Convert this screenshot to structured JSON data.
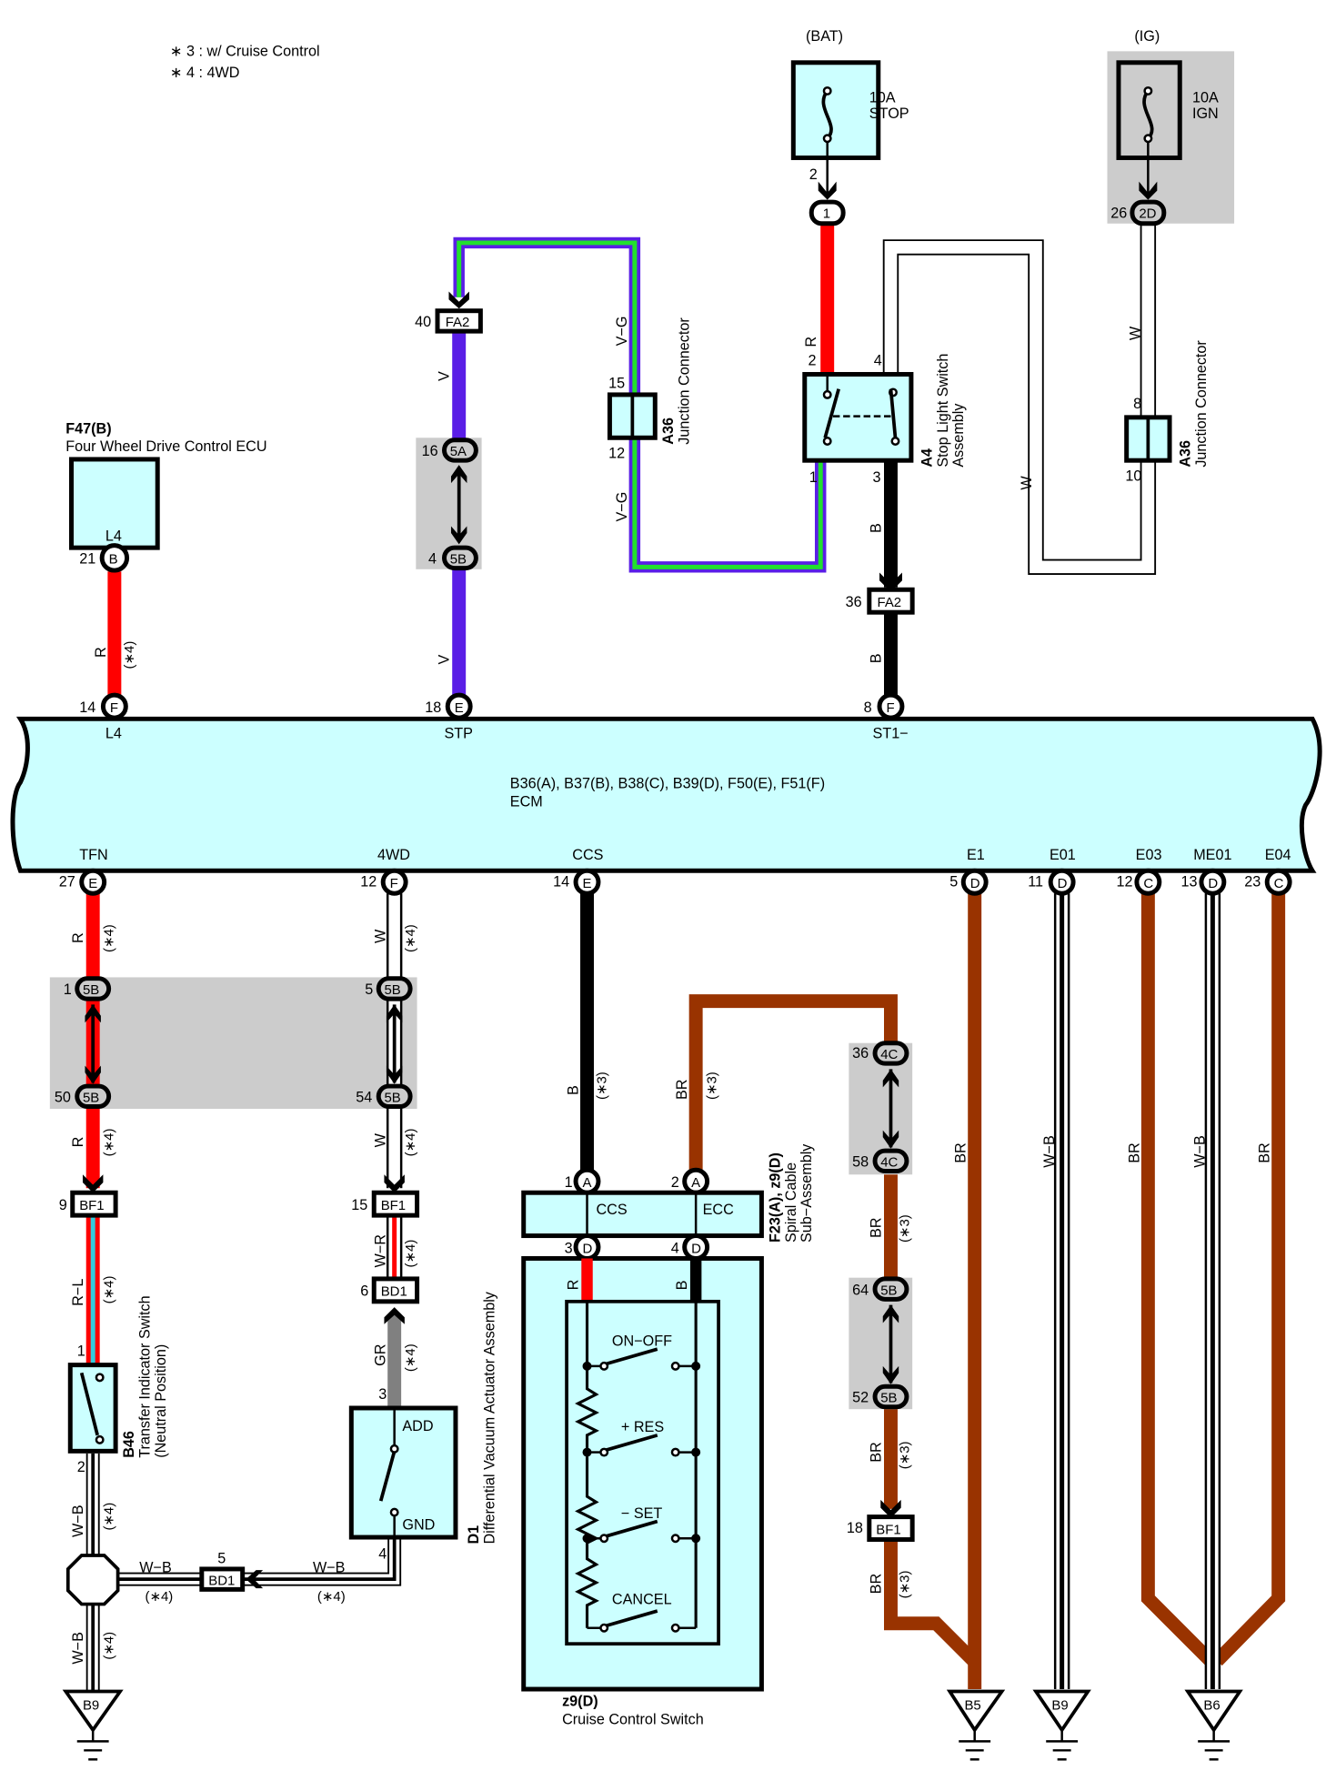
{
  "notes": [
    {
      "key": "∗ 3",
      "text": "∗ 3 : w/ Cruise Control"
    },
    {
      "key": "∗ 4",
      "text": "∗ 4 : 4WD"
    }
  ],
  "colors": {
    "component_fill": "#ccffff",
    "shade": "#cccccc",
    "R": "#ff0000",
    "V": "#5a1ee6",
    "G": "#22e02e",
    "B": "#000000",
    "W": "#ffffff",
    "BR": "#993300",
    "GR": "#808080",
    "L": "#33ccdd"
  },
  "fuses": {
    "bat": {
      "source": "(BAT)",
      "rating": "10A",
      "name": "STOP",
      "pin": "2",
      "connector": "1"
    },
    "ig": {
      "source": "(IG)",
      "rating": "10A",
      "name": "IGN",
      "pin": "26",
      "connector": "2D"
    }
  },
  "components": {
    "four_wd_ecu": {
      "code": "F47(B)",
      "name": "Four Wheel Drive Control ECU",
      "terminal": "L4",
      "pin": "21",
      "pin_letter": "B"
    },
    "junction_a36_left": {
      "code": "A36",
      "name": "Junction Connector",
      "pin_top": "15",
      "pin_bottom": "12"
    },
    "junction_a36_right": {
      "code": "A36",
      "name": "Junction Connector",
      "pin_top": "8",
      "pin_bottom": "10"
    },
    "stop_light_switch": {
      "code": "A4",
      "name": "Stop Light Switch",
      "name2": "Assembly",
      "pins": [
        "2",
        "4",
        "1",
        "3"
      ]
    },
    "ecm": {
      "codes": "B36(A), B37(B), B38(C), B39(D), F50(E), F51(F)",
      "name": "ECM",
      "top_terminals": [
        {
          "pin": "14",
          "letter": "F",
          "label": "L4"
        },
        {
          "pin": "18",
          "letter": "E",
          "label": "STP"
        },
        {
          "pin": "8",
          "letter": "F",
          "label": "ST1−"
        }
      ],
      "bottom_terminals": [
        {
          "pin": "27",
          "letter": "E",
          "label": "TFN"
        },
        {
          "pin": "12",
          "letter": "F",
          "label": "4WD"
        },
        {
          "pin": "14",
          "letter": "E",
          "label": "CCS"
        },
        {
          "pin": "5",
          "letter": "D",
          "label": "E1"
        },
        {
          "pin": "11",
          "letter": "D",
          "label": "E01"
        },
        {
          "pin": "12",
          "letter": "C",
          "label": "E03"
        },
        {
          "pin": "13",
          "letter": "D",
          "label": "ME01"
        },
        {
          "pin": "23",
          "letter": "C",
          "label": "E04"
        }
      ]
    },
    "transfer_switch": {
      "code": "B46",
      "name": "Transfer Indicator Switch",
      "name2": "(Neutral Position)",
      "pin_top": "1",
      "pin_bottom": "2"
    },
    "diff_actuator": {
      "code": "D1",
      "name": "Differential Vacuum Actuator Assembly",
      "term_top": "ADD",
      "term_bottom": "GND",
      "pin_top": "3",
      "pin_bottom": "4"
    },
    "spiral_cable": {
      "code": "F23(A), z9(D)",
      "name": "Spiral Cable",
      "name2": "Sub−Assembly",
      "term_left": "CCS",
      "term_right": "ECC",
      "pins": [
        {
          "pin": "1",
          "letter": "A"
        },
        {
          "pin": "2",
          "letter": "A"
        },
        {
          "pin": "3",
          "letter": "D"
        },
        {
          "pin": "4",
          "letter": "D"
        }
      ]
    },
    "cruise_switch": {
      "code": "z9(D)",
      "name": "Cruise Control Switch",
      "switches": [
        "ON−OFF",
        "+ RES",
        "− SET",
        "CANCEL"
      ]
    }
  },
  "connectors": {
    "fa2_40": {
      "pin": "40",
      "code": "FA2"
    },
    "fa2_36": {
      "pin": "36",
      "code": "FA2"
    },
    "j5a_16": {
      "pin": "16",
      "code": "5A"
    },
    "j5b_4": {
      "pin": "4",
      "code": "5B"
    },
    "j5b_1": {
      "pin": "1",
      "code": "5B"
    },
    "j5b_50": {
      "pin": "50",
      "code": "5B"
    },
    "j5b_5": {
      "pin": "5",
      "code": "5B"
    },
    "j5b_54": {
      "pin": "54",
      "code": "5B"
    },
    "bf1_9": {
      "pin": "9",
      "code": "BF1"
    },
    "bf1_15": {
      "pin": "15",
      "code": "BF1"
    },
    "bd1_6": {
      "pin": "6",
      "code": "BD1"
    },
    "bd1_5": {
      "pin": "5",
      "code": "BD1"
    },
    "j4c_36": {
      "pin": "36",
      "code": "4C"
    },
    "j4c_58": {
      "pin": "58",
      "code": "4C"
    },
    "j5b_64": {
      "pin": "64",
      "code": "5B"
    },
    "j5b_52": {
      "pin": "52",
      "code": "5B"
    },
    "bf1_18": {
      "pin": "18",
      "code": "BF1"
    }
  },
  "wire_labels": {
    "R": "R",
    "V": "V",
    "VG": "V−G",
    "B": "B",
    "W": "W",
    "BR": "BR",
    "WB": "W−B",
    "WR": "W−R",
    "RL": "R−L",
    "GR": "GR",
    "n3": "(∗3)",
    "n4": "(∗4)"
  },
  "grounds": [
    "B9",
    "B5",
    "B9",
    "B6"
  ]
}
